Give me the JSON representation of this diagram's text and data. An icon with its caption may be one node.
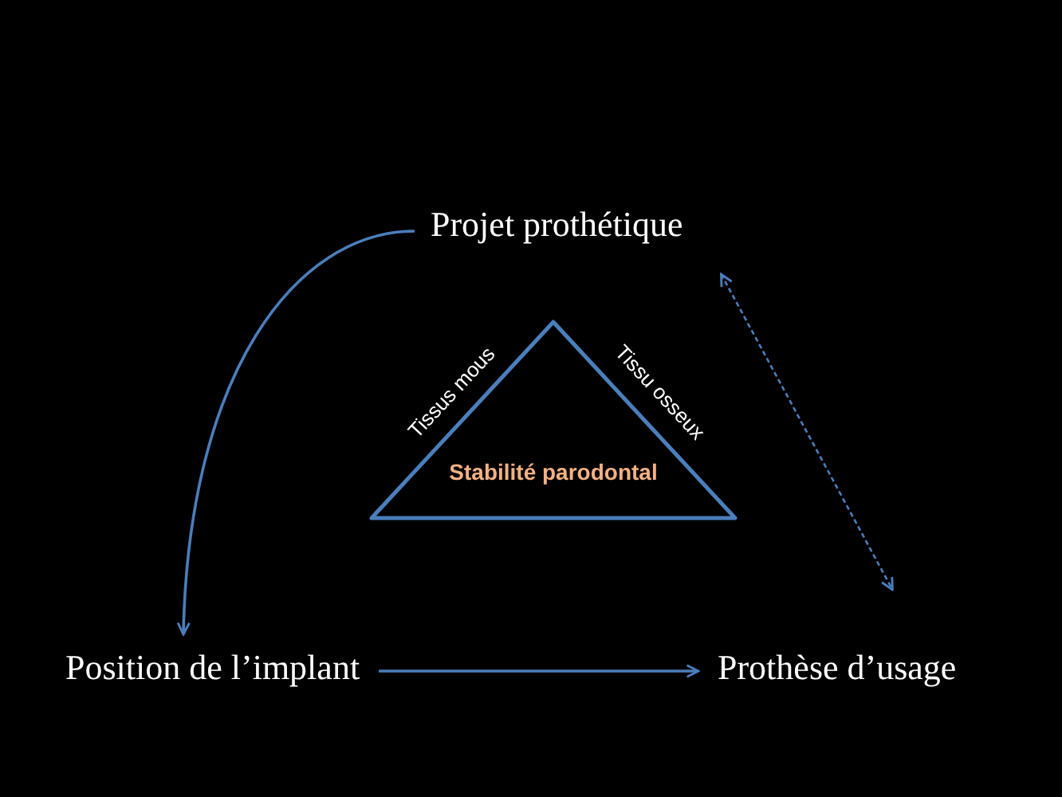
{
  "diagram": {
    "nodes": [
      {
        "text": [
          "Projet prothétique"
        ]
      },
      {
        "text": [
          "Stabilité parodontal"
        ],
        "beside": [
          "Tissus mous",
          "Tissu osseux"
        ]
      },
      {
        "text": [
          "Position de l’implant"
        ]
      },
      {
        "text": [
          "Prothèse d’usage"
        ]
      }
    ],
    "edges": [
      {
        "from": 0,
        "to": 2,
        "arrow": "to"
      },
      {
        "from": 2,
        "to": 3,
        "arrow": "to"
      },
      {
        "from": 0,
        "to": 3,
        "arrow": "both",
        "style": "dashed"
      }
    ]
  }
}
